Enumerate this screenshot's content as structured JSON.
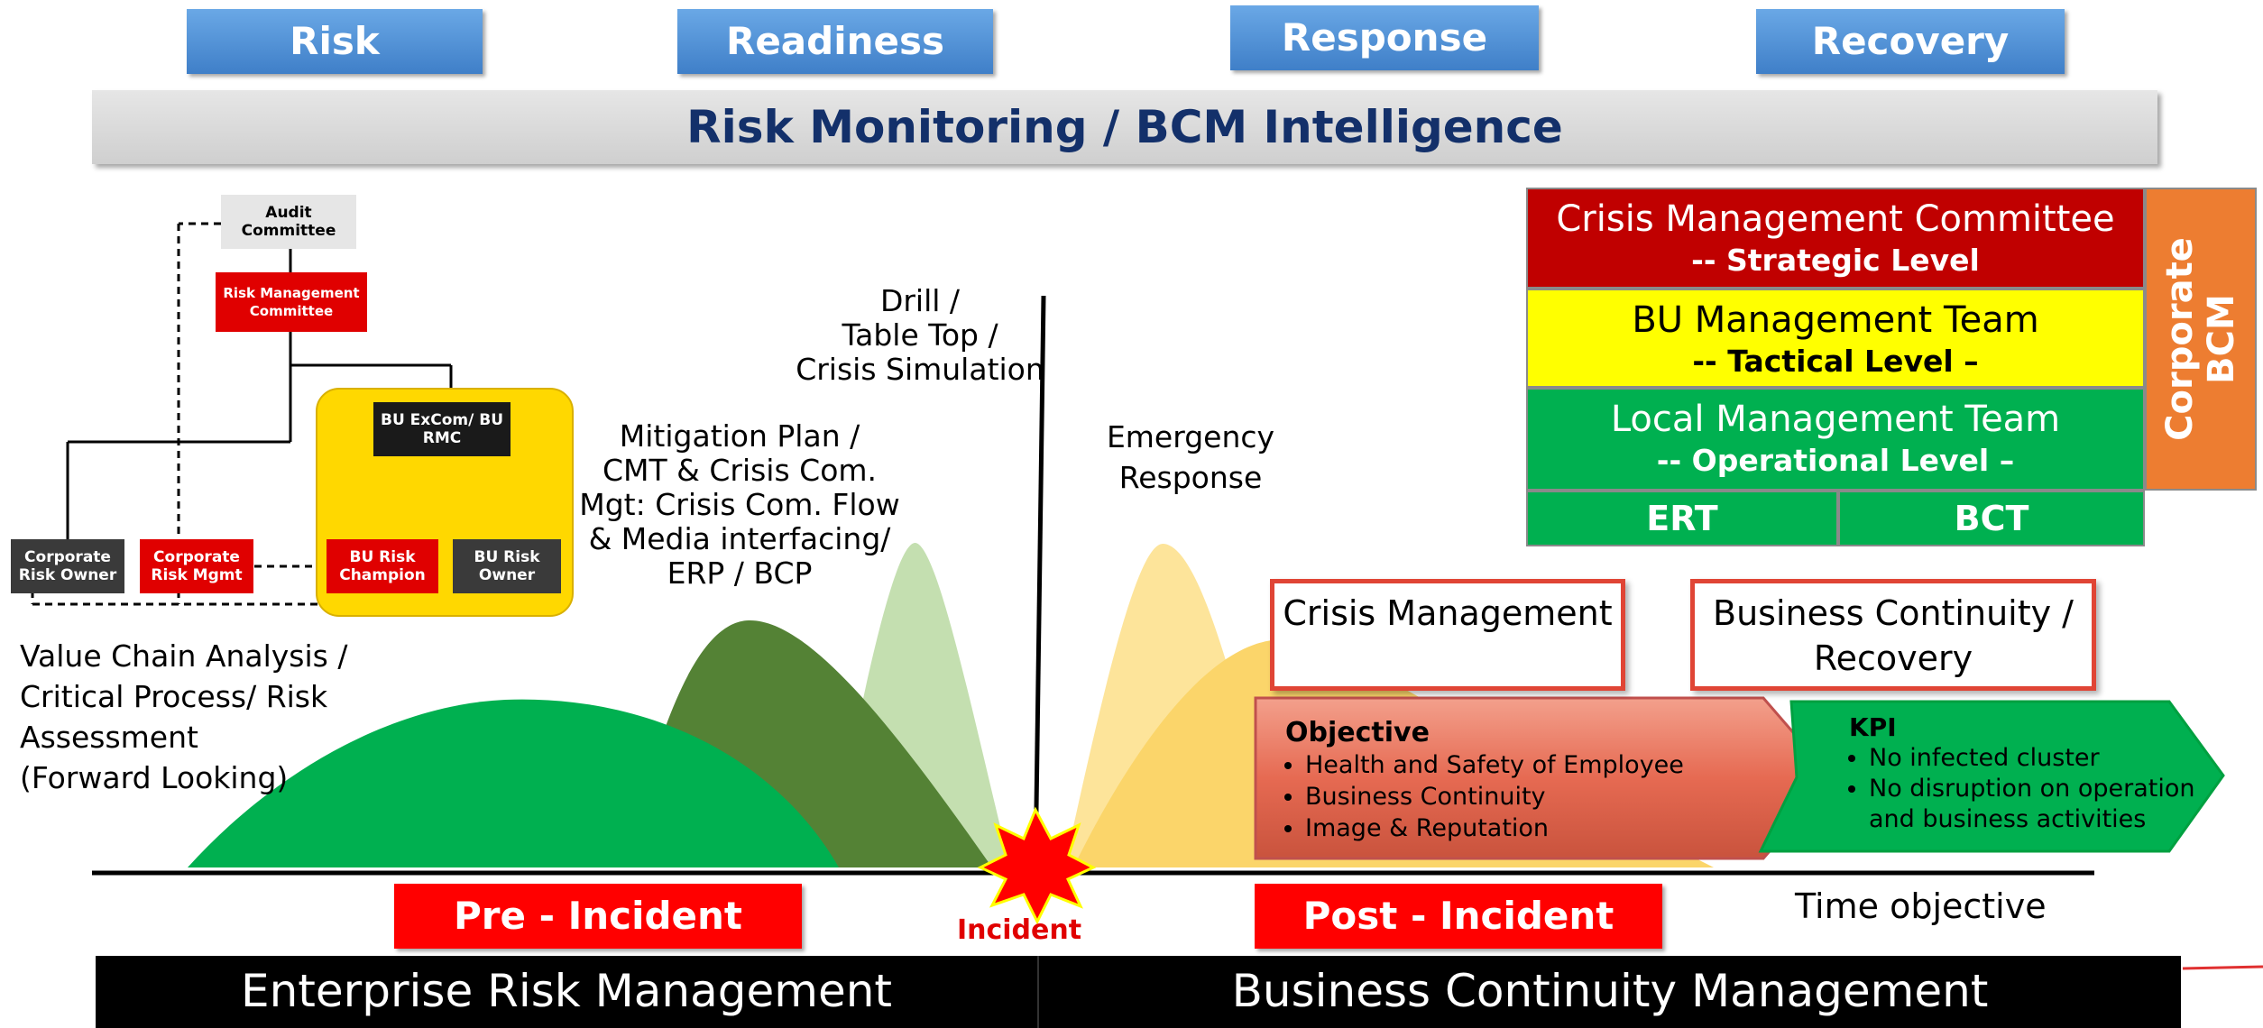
{
  "phases": [
    "Risk",
    "Readiness",
    "Response",
    "Recovery"
  ],
  "band_title": "Risk Monitoring / BCM Intelligence",
  "org_chart": {
    "audit": "Audit Committee",
    "risk_mgmt_committee": "Risk Management Committee",
    "bu_excom": "BU ExCom/ BU RMC",
    "corp_risk_owner": "Corporate Risk Owner",
    "corp_risk_mgmt": "Corporate Risk Mgmt",
    "bu_risk_champion": "BU Risk Champion",
    "bu_risk_owner": "BU Risk Owner"
  },
  "annotations": {
    "value_chain": [
      "Value Chain Analysis /",
      "Critical Process/ Risk",
      "Assessment",
      "(Forward Looking)"
    ],
    "mitigation": [
      "Mitigation Plan /",
      "CMT & Crisis Com.",
      "Mgt: Crisis Com. Flow",
      "& Media interfacing/",
      "ERP / BCP"
    ],
    "drill": [
      "Drill /",
      "Table Top /",
      "Crisis Simulation"
    ],
    "emergency": [
      "Emergency",
      "Response"
    ]
  },
  "bcm_structure": {
    "tiers": [
      {
        "name": "Crisis Management Committee",
        "level": "-- Strategic Level",
        "color": "#c00000"
      },
      {
        "name": "BU Management Team",
        "level": "-- Tactical Level –",
        "color": "#ffff00"
      },
      {
        "name": "Local Management Team",
        "level": "-- Operational Level –",
        "color": "#00b050"
      }
    ],
    "teams": [
      "ERT",
      "BCT"
    ],
    "side_label": "Corporate BCM",
    "side_color": "#ed7d31"
  },
  "crisis_box": "Crisis Management",
  "bc_box": "Business Continuity / Recovery",
  "objective": {
    "title": "Objective",
    "items": [
      "Health and Safety of Employee",
      "Business Continuity",
      "Image & Reputation"
    ]
  },
  "kpi": {
    "title": "KPI",
    "items": [
      "No infected cluster",
      "No disruption on operation and business activities"
    ]
  },
  "incident_label": "Incident",
  "pre_incident": "Pre - Incident",
  "post_incident": "Post - Incident",
  "time_objective": "Time objective",
  "bottom": {
    "left": "Enterprise Risk Management",
    "right": "Business Continuity Management"
  }
}
